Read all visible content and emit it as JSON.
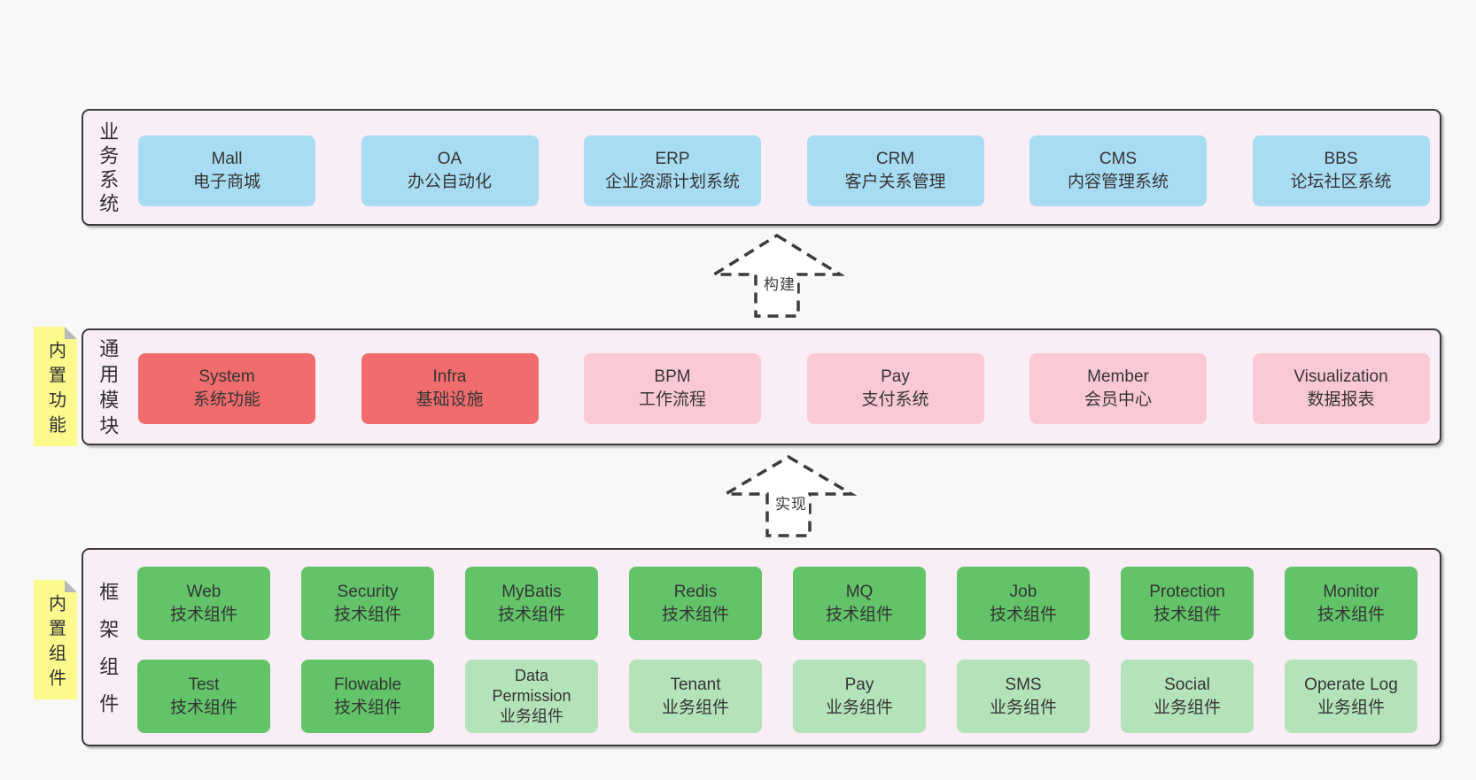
{
  "colors": {
    "page_bg": "#f8f8f8",
    "panel_bg": "#f9edf6",
    "panel_border": "#3c3c3c",
    "blue": "#a8dcf3",
    "red": "#f16c6c",
    "pink": "#fbc9d3",
    "green": "#62c368",
    "light_green": "#b5e3b9",
    "note_yellow": "#fdfa8d",
    "note_fold": "#b8b8b8",
    "text": "#363636"
  },
  "layers": [
    {
      "side_label": "业务系统",
      "note": null,
      "rows": [
        [
          {
            "title": "Mall",
            "subtitle": "电子商城",
            "color": "blue"
          },
          {
            "title": "OA",
            "subtitle": "办公自动化",
            "color": "blue"
          },
          {
            "title": "ERP",
            "subtitle": "企业资源计划系统",
            "color": "blue"
          },
          {
            "title": "CRM",
            "subtitle": "客户关系管理",
            "color": "blue"
          },
          {
            "title": "CMS",
            "subtitle": "内容管理系统",
            "color": "blue"
          },
          {
            "title": "BBS",
            "subtitle": "论坛社区系统",
            "color": "blue"
          }
        ]
      ]
    },
    {
      "side_label": "通用模块",
      "note": "内置功能",
      "rows": [
        [
          {
            "title": "System",
            "subtitle": "系统功能",
            "color": "red"
          },
          {
            "title": "Infra",
            "subtitle": "基础设施",
            "color": "red"
          },
          {
            "title": "BPM",
            "subtitle": "工作流程",
            "color": "pink"
          },
          {
            "title": "Pay",
            "subtitle": "支付系统",
            "color": "pink"
          },
          {
            "title": "Member",
            "subtitle": "会员中心",
            "color": "pink"
          },
          {
            "title": "Visualization",
            "subtitle": "数据报表",
            "color": "pink"
          }
        ]
      ]
    },
    {
      "side_label": "框架组件",
      "note": "内置组件",
      "rows": [
        [
          {
            "title": "Web",
            "subtitle": "技术组件",
            "color": "green"
          },
          {
            "title": "Security",
            "subtitle": "技术组件",
            "color": "green"
          },
          {
            "title": "MyBatis",
            "subtitle": "技术组件",
            "color": "green"
          },
          {
            "title": "Redis",
            "subtitle": "技术组件",
            "color": "green"
          },
          {
            "title": "MQ",
            "subtitle": "技术组件",
            "color": "green"
          },
          {
            "title": "Job",
            "subtitle": "技术组件",
            "color": "green"
          },
          {
            "title": "Protection",
            "subtitle": "技术组件",
            "color": "green"
          },
          {
            "title": "Monitor",
            "subtitle": "技术组件",
            "color": "green"
          }
        ],
        [
          {
            "title": "Test",
            "subtitle": "技术组件",
            "color": "green"
          },
          {
            "title": "Flowable",
            "subtitle": "技术组件",
            "color": "green"
          },
          {
            "title": "Data Permission",
            "subtitle": "业务组件",
            "color": "light_green",
            "wrap": true
          },
          {
            "title": "Tenant",
            "subtitle": "业务组件",
            "color": "light_green"
          },
          {
            "title": "Pay",
            "subtitle": "业务组件",
            "color": "light_green"
          },
          {
            "title": "SMS",
            "subtitle": "业务组件",
            "color": "light_green"
          },
          {
            "title": "Social",
            "subtitle": "业务组件",
            "color": "light_green"
          },
          {
            "title": "Operate Log",
            "subtitle": "业务组件",
            "color": "light_green"
          }
        ]
      ]
    }
  ],
  "arrows": [
    {
      "label": "构建"
    },
    {
      "label": "实现"
    }
  ]
}
